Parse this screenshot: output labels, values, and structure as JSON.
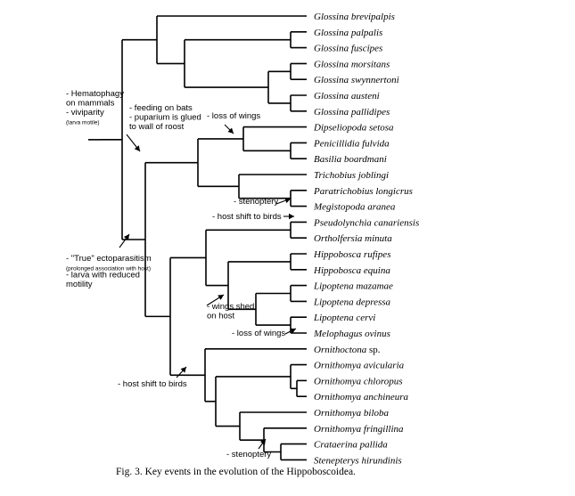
{
  "taxa": [
    {
      "id": "t0",
      "name": "Glossina brevipalpis"
    },
    {
      "id": "t1",
      "name": "Glossina palpalis"
    },
    {
      "id": "t2",
      "name": "Glossina fuscipes"
    },
    {
      "id": "t3",
      "name": "Glossina morsitans"
    },
    {
      "id": "t4",
      "name": "Glossina swynnertoni"
    },
    {
      "id": "t5",
      "name": "Glossina austeni"
    },
    {
      "id": "t6",
      "name": "Glossina pallidipes"
    },
    {
      "id": "t7",
      "name": "Dipseliopoda setosa"
    },
    {
      "id": "t8",
      "name": "Penicillidia fulvida"
    },
    {
      "id": "t9",
      "name": "Basilia boardmani"
    },
    {
      "id": "t10",
      "name": "Trichobius joblingi"
    },
    {
      "id": "t11",
      "name": "Paratrichobius longicrus"
    },
    {
      "id": "t12",
      "name": "Megistopoda aranea"
    },
    {
      "id": "t13",
      "name": "Pseudolynchia canariensis"
    },
    {
      "id": "t14",
      "name": "Ortholfersia minuta"
    },
    {
      "id": "t15",
      "name": "Hippobosca rufipes"
    },
    {
      "id": "t16",
      "name": "Hippobosca equina"
    },
    {
      "id": "t17",
      "name": "Lipoptena mazamae"
    },
    {
      "id": "t18",
      "name": "Lipoptena depressa"
    },
    {
      "id": "t19",
      "name": "Lipoptena cervi"
    },
    {
      "id": "t20",
      "name": "Melophagus ovinus"
    },
    {
      "id": "t21",
      "name": "Ornithoctona",
      "suffix": " sp."
    },
    {
      "id": "t22",
      "name": "Ornithomya avicularia"
    },
    {
      "id": "t23",
      "name": "Ornithomya chloropus"
    },
    {
      "id": "t24",
      "name": "Ornithomya anchineura"
    },
    {
      "id": "t25",
      "name": "Ornithomya biloba"
    },
    {
      "id": "t26",
      "name": "Ornithomya fringillina"
    },
    {
      "id": "t27",
      "name": "Crataerina pallida"
    },
    {
      "id": "t28",
      "name": "Stenepterys hirundinis"
    }
  ],
  "annotations": [
    {
      "id": "hematophagy",
      "lines": [
        {
          "text": "- Hematophagy",
          "size": "normal"
        },
        {
          "text": "on mammals",
          "size": "normal"
        },
        {
          "text": "- viviparity",
          "size": "normal"
        },
        {
          "text": "(larva motile)",
          "size": "small"
        }
      ]
    },
    {
      "id": "bats",
      "lines": [
        {
          "text": "- feeding on bats",
          "size": "normal"
        },
        {
          "text": "- puparium is glued",
          "size": "normal"
        },
        {
          "text": "to wall of roost",
          "size": "normal"
        }
      ]
    },
    {
      "id": "loss-wings-1",
      "lines": [
        {
          "text": "- loss of wings",
          "size": "normal"
        }
      ]
    },
    {
      "id": "stenoptery-1",
      "lines": [
        {
          "text": "- stenoptery",
          "size": "normal"
        }
      ]
    },
    {
      "id": "host-shift-birds-1",
      "lines": [
        {
          "text": "- host shift to birds",
          "size": "normal"
        }
      ]
    },
    {
      "id": "true-ectoparasitism",
      "lines": [
        {
          "text": "- \"True\" ectoparasitism",
          "size": "normal"
        },
        {
          "text": "(prolonged association with host)",
          "size": "small"
        },
        {
          "text": "- larva with reduced",
          "size": "normal"
        },
        {
          "text": "motility",
          "size": "normal"
        }
      ]
    },
    {
      "id": "wings-shed",
      "lines": [
        {
          "text": "- wings shed",
          "size": "normal"
        },
        {
          "text": "on host",
          "size": "normal"
        }
      ]
    },
    {
      "id": "loss-wings-2",
      "lines": [
        {
          "text": "- loss of wings",
          "size": "normal"
        }
      ]
    },
    {
      "id": "host-shift-birds-2",
      "lines": [
        {
          "text": "- host shift to birds",
          "size": "normal"
        }
      ]
    },
    {
      "id": "stenoptery-2",
      "lines": [
        {
          "text": "- stenoptery",
          "size": "normal"
        }
      ]
    }
  ],
  "caption": "Fig. 3.  Key events in the evolution of the Hippoboscoidea."
}
